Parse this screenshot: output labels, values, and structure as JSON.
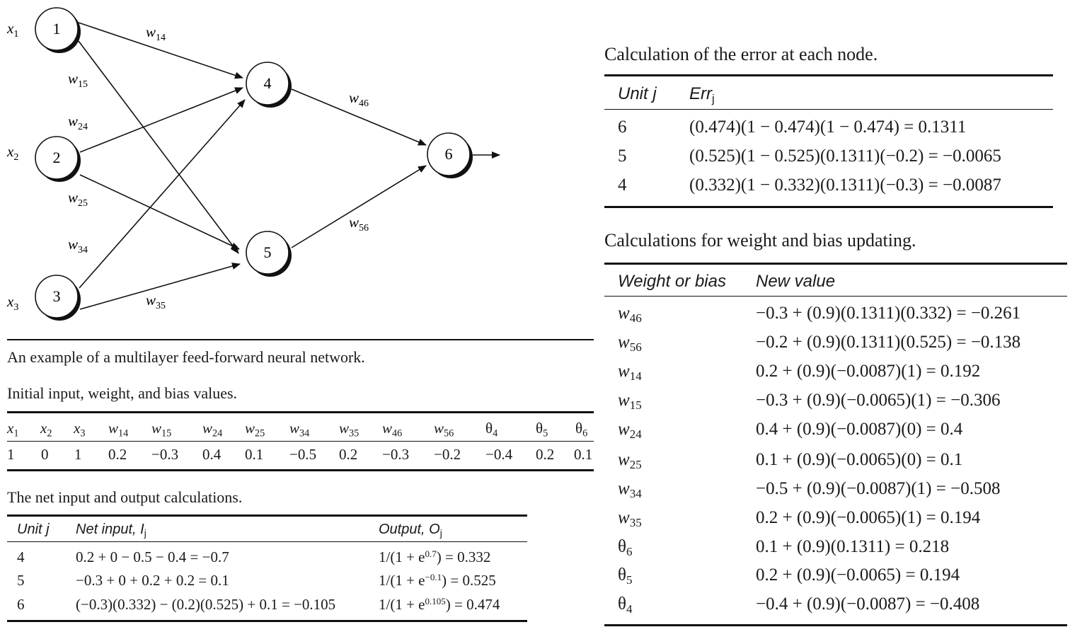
{
  "network": {
    "nodes": [
      "1",
      "2",
      "3",
      "4",
      "5",
      "6"
    ],
    "inputs": [
      {
        "sym": "x",
        "sub": "1"
      },
      {
        "sym": "x",
        "sub": "2"
      },
      {
        "sym": "x",
        "sub": "3"
      }
    ],
    "weights": [
      {
        "sym": "w",
        "sub": "14"
      },
      {
        "sym": "w",
        "sub": "15"
      },
      {
        "sym": "w",
        "sub": "24"
      },
      {
        "sym": "w",
        "sub": "25"
      },
      {
        "sym": "w",
        "sub": "34"
      },
      {
        "sym": "w",
        "sub": "35"
      },
      {
        "sym": "w",
        "sub": "46"
      },
      {
        "sym": "w",
        "sub": "56"
      }
    ],
    "caption": "An example of a multilayer feed-forward neural network."
  },
  "initial": {
    "caption": "Initial input, weight, and bias values.",
    "headers": [
      {
        "sym": "x",
        "sub": "1"
      },
      {
        "sym": "x",
        "sub": "2"
      },
      {
        "sym": "x",
        "sub": "3"
      },
      {
        "sym": "w",
        "sub": "14"
      },
      {
        "sym": "w",
        "sub": "15"
      },
      {
        "sym": "w",
        "sub": "24"
      },
      {
        "sym": "w",
        "sub": "25"
      },
      {
        "sym": "w",
        "sub": "34"
      },
      {
        "sym": "w",
        "sub": "35"
      },
      {
        "sym": "w",
        "sub": "46"
      },
      {
        "sym": "w",
        "sub": "56"
      },
      {
        "sym": "θ",
        "sub": "4"
      },
      {
        "sym": "θ",
        "sub": "5"
      },
      {
        "sym": "θ",
        "sub": "6"
      }
    ],
    "values": [
      "1",
      "0",
      "1",
      "0.2",
      "−0.3",
      "0.4",
      "0.1",
      "−0.5",
      "0.2",
      "−0.3",
      "−0.2",
      "−0.4",
      "0.2",
      "0.1"
    ]
  },
  "netio": {
    "caption": "The net input and output calculations.",
    "head_unit": "Unit",
    "head_unit_var": "j",
    "head_net": "Net input,",
    "head_net_var": "I",
    "head_net_sub": "j",
    "head_out": "Output,",
    "head_out_var": "O",
    "head_out_sub": "j",
    "rows": [
      {
        "unit": "4",
        "net": "0.2 + 0 − 0.5 − 0.4 = −0.7",
        "out_pre": "1/(1 + e",
        "out_sup": "0.7",
        "out_post": ") = 0.332"
      },
      {
        "unit": "5",
        "net": "−0.3 + 0 + 0.2 + 0.2 = 0.1",
        "out_pre": "1/(1 + e",
        "out_sup": "−0.1",
        "out_post": ") = 0.525"
      },
      {
        "unit": "6",
        "net": "(−0.3)(0.332) − (0.2)(0.525) + 0.1 = −0.105",
        "out_pre": "1/(1 + e",
        "out_sup": "0.105",
        "out_post": ") = 0.474"
      }
    ]
  },
  "error": {
    "caption": "Calculation of the error at each node.",
    "head_unit": "Unit",
    "head_unit_var": "j",
    "head_err": "Err",
    "head_err_sub": "j",
    "rows": [
      {
        "unit": "6",
        "expr": "(0.474)(1 − 0.474)(1 − 0.474) = 0.1311"
      },
      {
        "unit": "5",
        "expr": "(0.525)(1 − 0.525)(0.1311)(−0.2) = −0.0065"
      },
      {
        "unit": "4",
        "expr": "(0.332)(1 − 0.332)(0.1311)(−0.3) = −0.0087"
      }
    ]
  },
  "update": {
    "caption": "Calculations for weight and bias updating.",
    "head_weight": "Weight or bias",
    "head_value": "New value",
    "rows": [
      {
        "sym": "w",
        "sub": "46",
        "expr": "−0.3 + (0.9)(0.1311)(0.332) = −0.261"
      },
      {
        "sym": "w",
        "sub": "56",
        "expr": "−0.2 + (0.9)(0.1311)(0.525) = −0.138"
      },
      {
        "sym": "w",
        "sub": "14",
        "expr": "0.2 + (0.9)(−0.0087)(1) = 0.192"
      },
      {
        "sym": "w",
        "sub": "15",
        "expr": "−0.3 + (0.9)(−0.0065)(1) = −0.306"
      },
      {
        "sym": "w",
        "sub": "24",
        "expr": "0.4 + (0.9)(−0.0087)(0) = 0.4"
      },
      {
        "sym": "w",
        "sub": "25",
        "expr": "0.1 + (0.9)(−0.0065)(0) = 0.1"
      },
      {
        "sym": "w",
        "sub": "34",
        "expr": "−0.5 + (0.9)(−0.0087)(1) = −0.508"
      },
      {
        "sym": "w",
        "sub": "35",
        "expr": "0.2 + (0.9)(−0.0065)(1) = 0.194"
      },
      {
        "sym": "θ",
        "sub": "6",
        "expr": "0.1 + (0.9)(0.1311) = 0.218"
      },
      {
        "sym": "θ",
        "sub": "5",
        "expr": "0.2 + (0.9)(−0.0065) = 0.194"
      },
      {
        "sym": "θ",
        "sub": "4",
        "expr": "−0.4 + (0.9)(−0.0087) = −0.408"
      }
    ]
  }
}
